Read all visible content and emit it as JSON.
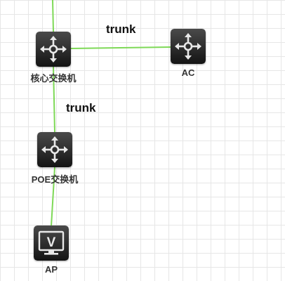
{
  "nodes": {
    "core": {
      "label": "核心交换机",
      "icon": "switch-icon"
    },
    "ac": {
      "label": "AC",
      "icon": "switch-icon"
    },
    "poe": {
      "label": "POE交换机",
      "icon": "switch-icon"
    },
    "ap": {
      "label": "AP",
      "icon": "access-point-icon",
      "glyph": "V"
    }
  },
  "links": {
    "core_ac": {
      "label": "trunk"
    },
    "core_poe": {
      "label": "trunk"
    }
  },
  "colors": {
    "link": "#7ed957",
    "device_dark": "#1a1a1a",
    "device_light": "#4a4a4a",
    "device_icon": "#e8e8e8"
  }
}
